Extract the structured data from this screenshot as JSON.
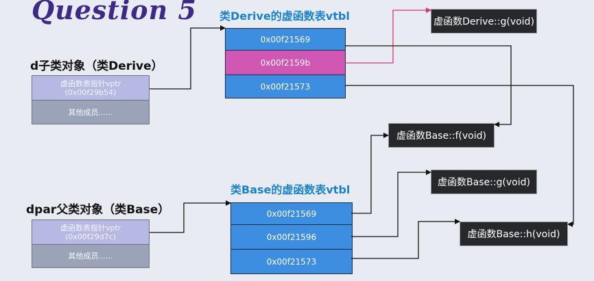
{
  "slide": {
    "title": "Question 5"
  },
  "derive_object": {
    "label": "d子类对象（类Derive）",
    "vptr_line1": "虚函数表指针vptr",
    "vptr_line2": "(0x00f29b54)",
    "other": "其他成员......"
  },
  "base_object": {
    "label": "dpar父类对象（类Base）",
    "vptr_line1": "虚函数表指针vptr",
    "vptr_line2": "(0x00f29d7c)",
    "other": "其他成员......"
  },
  "derive_vtbl": {
    "title": "类Derive的虚函数表vtbl",
    "entries": [
      "0x00f21569",
      "0x00f2159b",
      "0x00f21573"
    ]
  },
  "base_vtbl": {
    "title": "类Base的虚函数表vtbl",
    "entries": [
      "0x00f21569",
      "0x00f21596",
      "0x00f21573"
    ]
  },
  "functions": {
    "derive_g": "虚函数Derive::g(void)",
    "base_f": "虚函数Base::f(void)",
    "base_g": "虚函数Base::g(void)",
    "base_h": "虚函数Base::h(void)"
  },
  "colors": {
    "title": "#3e2a86",
    "vtbl_title": "#1a83c7",
    "entry": "#3d8ee0",
    "entry_highlight": "#d057b3",
    "function_box": "#27282b",
    "highlight_arrow": "#d03a70"
  }
}
